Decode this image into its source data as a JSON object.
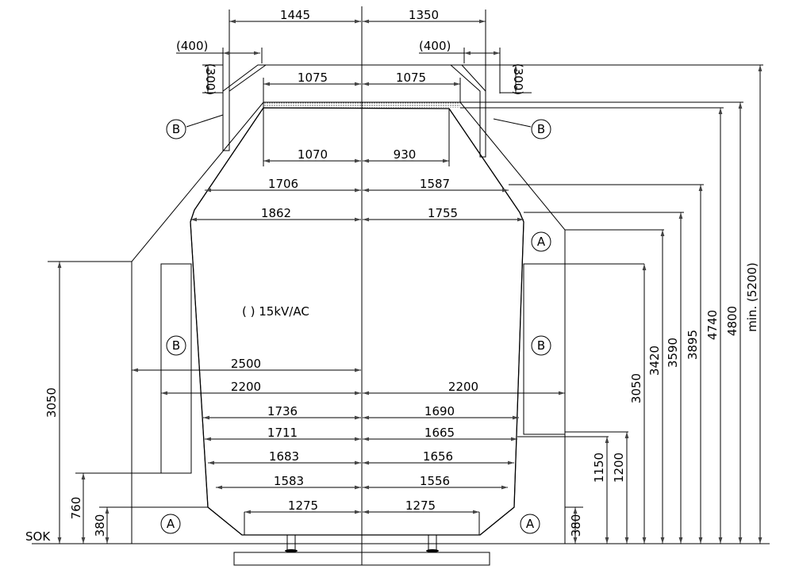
{
  "drawing": {
    "top_dims": {
      "left": "1445",
      "right": "1350"
    },
    "offset_dims": {
      "left": "(400)",
      "right": "(400)",
      "height_left": "(300)",
      "height_right": "(300)"
    },
    "roof_dims": {
      "left": "1075",
      "right": "1075"
    },
    "upper_dims": {
      "left": "1070",
      "right": "930"
    },
    "rows": [
      {
        "left": "1706",
        "right": "1587"
      },
      {
        "left": "1862",
        "right": "1755"
      },
      {
        "left": "1736",
        "right": "1690"
      },
      {
        "left": "1711",
        "right": "1665"
      },
      {
        "left": "1683",
        "right": "1656"
      },
      {
        "left": "1583",
        "right": "1556"
      },
      {
        "left": "1275",
        "right": "1275"
      }
    ],
    "half_width_2500": "2500",
    "half_widths_2200": {
      "left": "2200",
      "right": "2200"
    },
    "voltage_note": "( )  15kV/AC",
    "left_heights": {
      "h3050": "3050",
      "h760": "760",
      "h380": "380"
    },
    "ground_label": "SOK",
    "right_h380": "380",
    "right_heights": [
      "1150",
      "1200",
      "3050",
      "3420",
      "3590",
      "3895",
      "4740",
      "4800",
      "min. (5200)"
    ],
    "zone_labels": {
      "a": "A",
      "b": "B"
    }
  }
}
